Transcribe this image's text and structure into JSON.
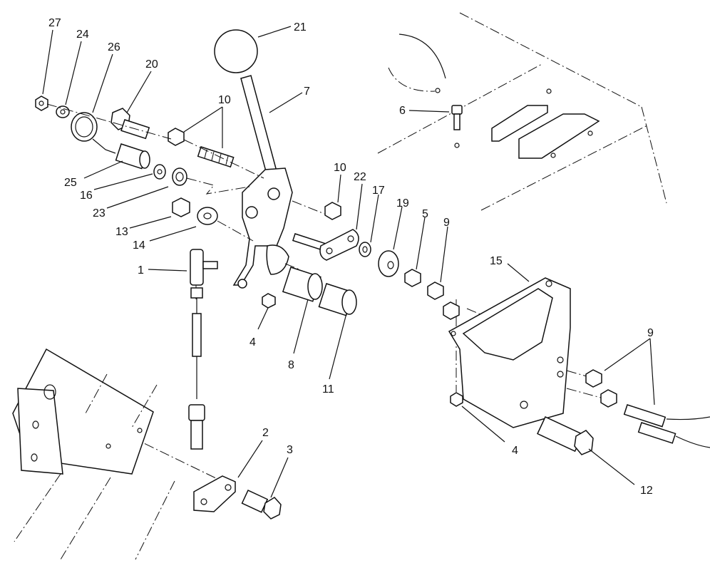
{
  "diagram": {
    "callouts": {
      "c27": "27",
      "c24": "24",
      "c26": "26",
      "c20": "20",
      "c21": "21",
      "c10a": "10",
      "c7": "7",
      "c6": "6",
      "c25": "25",
      "c16": "16",
      "c23": "23",
      "c13": "13",
      "c14": "14",
      "c10b": "10",
      "c22": "22",
      "c17": "17",
      "c19": "19",
      "c5": "5",
      "c9a": "9",
      "c1": "1",
      "c4a": "4",
      "c8": "8",
      "c11": "11",
      "c15": "15",
      "c9b": "9",
      "c4b": "4",
      "c12": "12",
      "c2": "2",
      "c3": "3"
    }
  }
}
